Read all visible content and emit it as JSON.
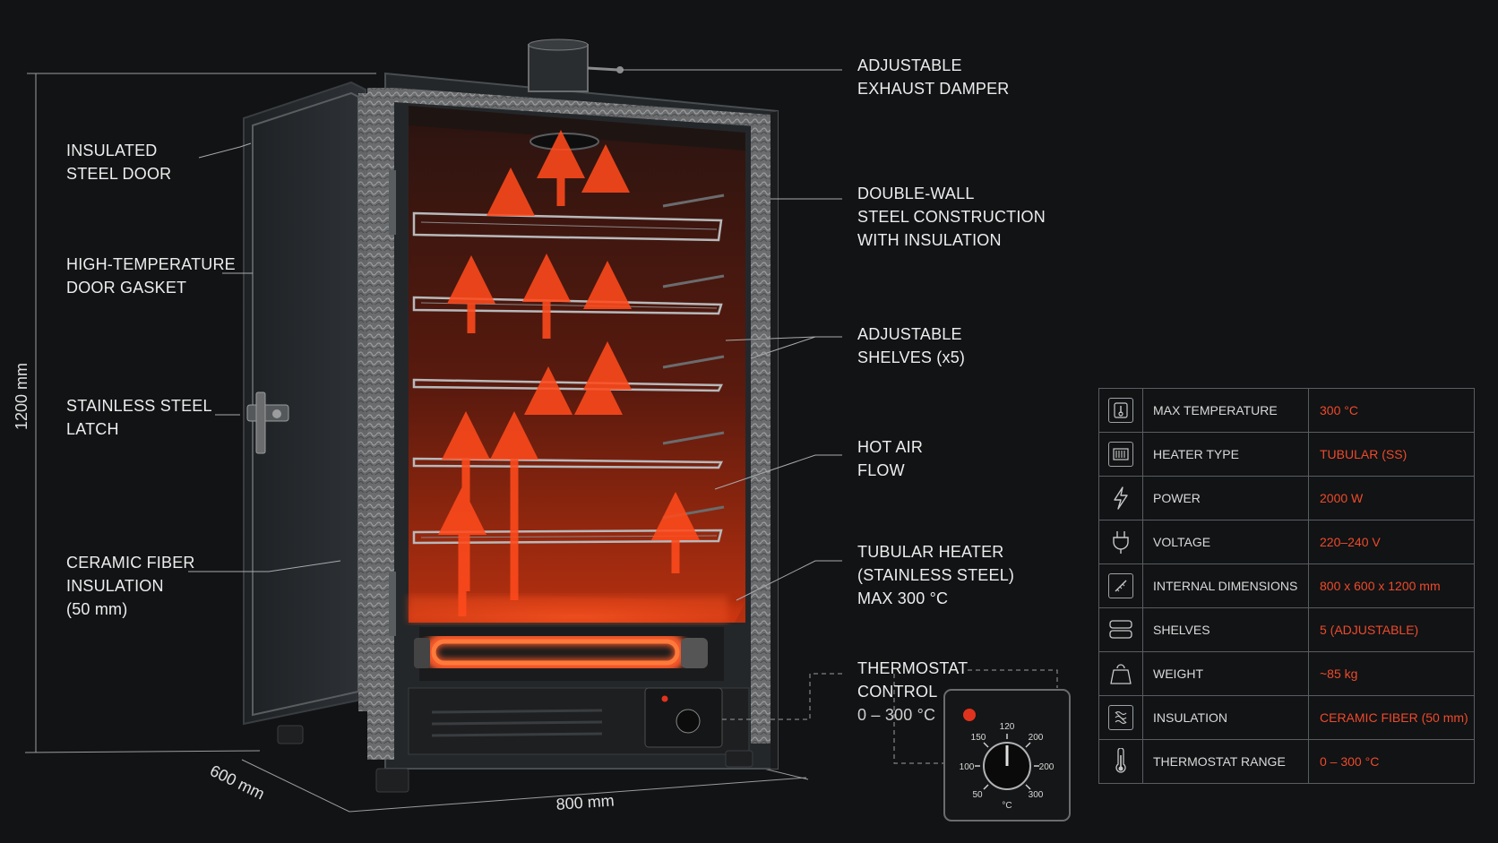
{
  "callouts": {
    "exhaust_damper": {
      "line1": "ADJUSTABLE",
      "line2": "EXHAUST DAMPER"
    },
    "insulated_door": {
      "line1": "INSULATED",
      "line2": "STEEL DOOR"
    },
    "double_wall": {
      "line1": "DOUBLE-WALL",
      "line2": "STEEL CONSTRUCTION",
      "line3": "WITH INSULATION"
    },
    "door_gasket": {
      "line1": "HIGH-TEMPERATURE",
      "line2": "DOOR GASKET"
    },
    "shelves": {
      "line1": "ADJUSTABLE",
      "line2": "SHELVES (x5)"
    },
    "latch": {
      "line1": "STAINLESS STEEL",
      "line2": "LATCH"
    },
    "hot_air": {
      "line1": "HOT AIR",
      "line2": "FLOW"
    },
    "ceramic_insulation": {
      "line1": "CERAMIC FIBER",
      "line2": "INSULATION",
      "line3": "(50 mm)"
    },
    "heater": {
      "line1": "TUBULAR HEATER",
      "line2": "(STAINLESS STEEL)",
      "line3": "MAX 300 °C"
    },
    "thermostat": {
      "line1": "THERMOSTAT",
      "line2": "CONTROL",
      "line3": "0 – 300 °C"
    }
  },
  "dimensions": {
    "height": "1200 mm",
    "depth": "600 mm",
    "width": "800 mm"
  },
  "thermostat_dial": {
    "scale_left": [
      "150",
      "100",
      "50"
    ],
    "scale_top": "120",
    "scale_right": [
      "200",
      "200",
      "300"
    ],
    "unit": "°C",
    "indicator_color": "#e0331e"
  },
  "spec_table": [
    {
      "icon": "thermometer-box-icon",
      "label": "MAX TEMPERATURE",
      "value": "300 °C"
    },
    {
      "icon": "heater-icon",
      "label": "HEATER TYPE",
      "value": "TUBULAR (SS)"
    },
    {
      "icon": "lightning-icon",
      "label": "POWER",
      "value": "2000 W"
    },
    {
      "icon": "plug-icon",
      "label": "VOLTAGE",
      "value": "220–240 V"
    },
    {
      "icon": "ruler-icon",
      "label": "INTERNAL DIMENSIONS",
      "value": "800 x 600 x 1200 mm"
    },
    {
      "icon": "shelves-icon",
      "label": "SHELVES",
      "value": "5 (ADJUSTABLE)"
    },
    {
      "icon": "weight-icon",
      "label": "WEIGHT",
      "value": "~85 kg"
    },
    {
      "icon": "insulation-icon",
      "label": "INSULATION",
      "value": "CERAMIC FIBER (50 mm)"
    },
    {
      "icon": "thermometer-icon",
      "label": "THERMOSTAT RANGE",
      "value": "0 – 300 °C"
    }
  ],
  "colors": {
    "background": "#111315",
    "accent": "#ee4a2a",
    "glow": "#ff4a1c",
    "steel": "#2b2e31"
  }
}
